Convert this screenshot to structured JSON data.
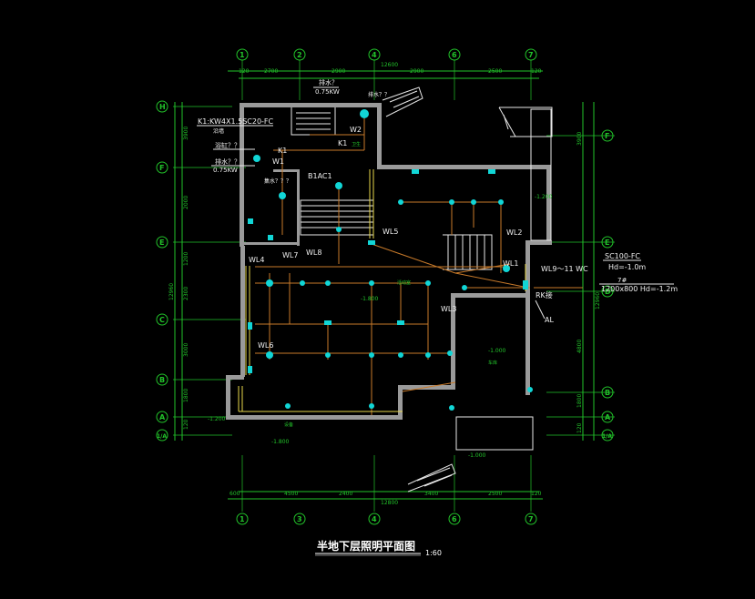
{
  "drawing": {
    "title": "半地下层照明平面图",
    "scale": "1:60"
  },
  "axes": {
    "top": [
      "1",
      "2",
      "4",
      "6",
      "7"
    ],
    "bottom": [
      "1",
      "3",
      "4",
      "6",
      "7"
    ],
    "left": [
      "H",
      "F",
      "E",
      "C",
      "B",
      "A",
      "1/A"
    ],
    "right": [
      "F",
      "E",
      "D",
      "B",
      "A",
      "1/A"
    ]
  },
  "dimensions": {
    "top": [
      "120",
      "2700",
      "2900",
      "12600",
      "2900",
      "2500",
      "120"
    ],
    "bottom": [
      "600",
      "4500",
      "2400",
      "12800",
      "3400",
      "2500",
      "120"
    ],
    "left": [
      "3900",
      "2000",
      "1200",
      "2300",
      "12960",
      "3000",
      "1800",
      "120"
    ],
    "right": [
      "3900",
      "12960",
      "4800",
      "1800",
      "120"
    ]
  },
  "annotations": {
    "cable_main": "K1:KW4X1.5SC20-FC",
    "cable_sub": "沿墙",
    "fan1": "排水？",
    "fan1_power": "0.75KW",
    "fan2": "排水？？",
    "fan2_power": "0.75KW",
    "floor_drain": "浴缸？？",
    "boiler_note": "集水？？？",
    "pump_label": "排水？？",
    "b1ac1": "B1AC1",
    "k1_a": "K1",
    "k1_b": "K1",
    "w1": "W1",
    "w2": "W2",
    "wl1": "WL1",
    "wl2": "WL2",
    "wl3": "WL3",
    "wl4": "WL4",
    "wl5": "WL5",
    "wl6": "WL6",
    "wl7": "WL7",
    "wl8": "WL8",
    "wl9": "WL9～11  WC",
    "sc100": "SC100-FC",
    "hd_1": "Hd=-1.0m",
    "pit": "7#",
    "pit_size": "1200x800  Hd=-1.2m",
    "rk": "RK接",
    "al": "AL",
    "level_main": "-1.800",
    "level_store": "-1.000",
    "level_entry": "-1.800",
    "level_stair": "-1.200",
    "level_garage": "-1.000",
    "room_storage": "车库",
    "room_hall": "活动室",
    "room_wc": "卫生",
    "room_boiler": "设备"
  },
  "colors": {
    "background": "#000000",
    "walls": "#9a9a9a",
    "dimension": "#22c32a",
    "wiring": "#c87a2a",
    "lamp": "#11d6d6",
    "text": "#f0f0f0"
  }
}
